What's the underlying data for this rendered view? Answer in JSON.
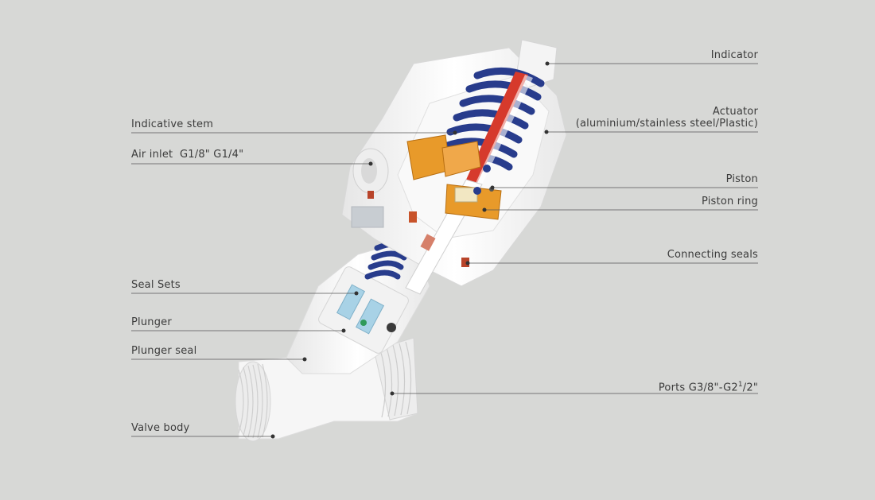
{
  "labels": {
    "indicator": "Indicator",
    "actuator": "Actuator",
    "actuator_materials": "(aluminium/stainless steel/Plastic)",
    "piston": "Piston",
    "piston_ring": "Piston ring",
    "connecting_seals": "Connecting seals",
    "ports_prefix": "Ports G3/8\"-G2",
    "ports_sup": "1",
    "ports_suffix": "/2\"",
    "indicative_stem": "Indicative stem",
    "air_inlet": "Air inlet  G1/8\" G1/4\"",
    "seal_sets": "Seal Sets",
    "plunger": "Plunger",
    "plunger_seal": "Plunger seal",
    "valve_body": "Valve body"
  },
  "colors": {
    "background": "#d7d8d6",
    "leader_line": "#555555",
    "spring_blue": "#283c8c",
    "stem_red": "#d63a2c",
    "piston_orange": "#e89a2a",
    "body_white": "#f7f7f7",
    "seal_blue": "#a8d2e6"
  }
}
